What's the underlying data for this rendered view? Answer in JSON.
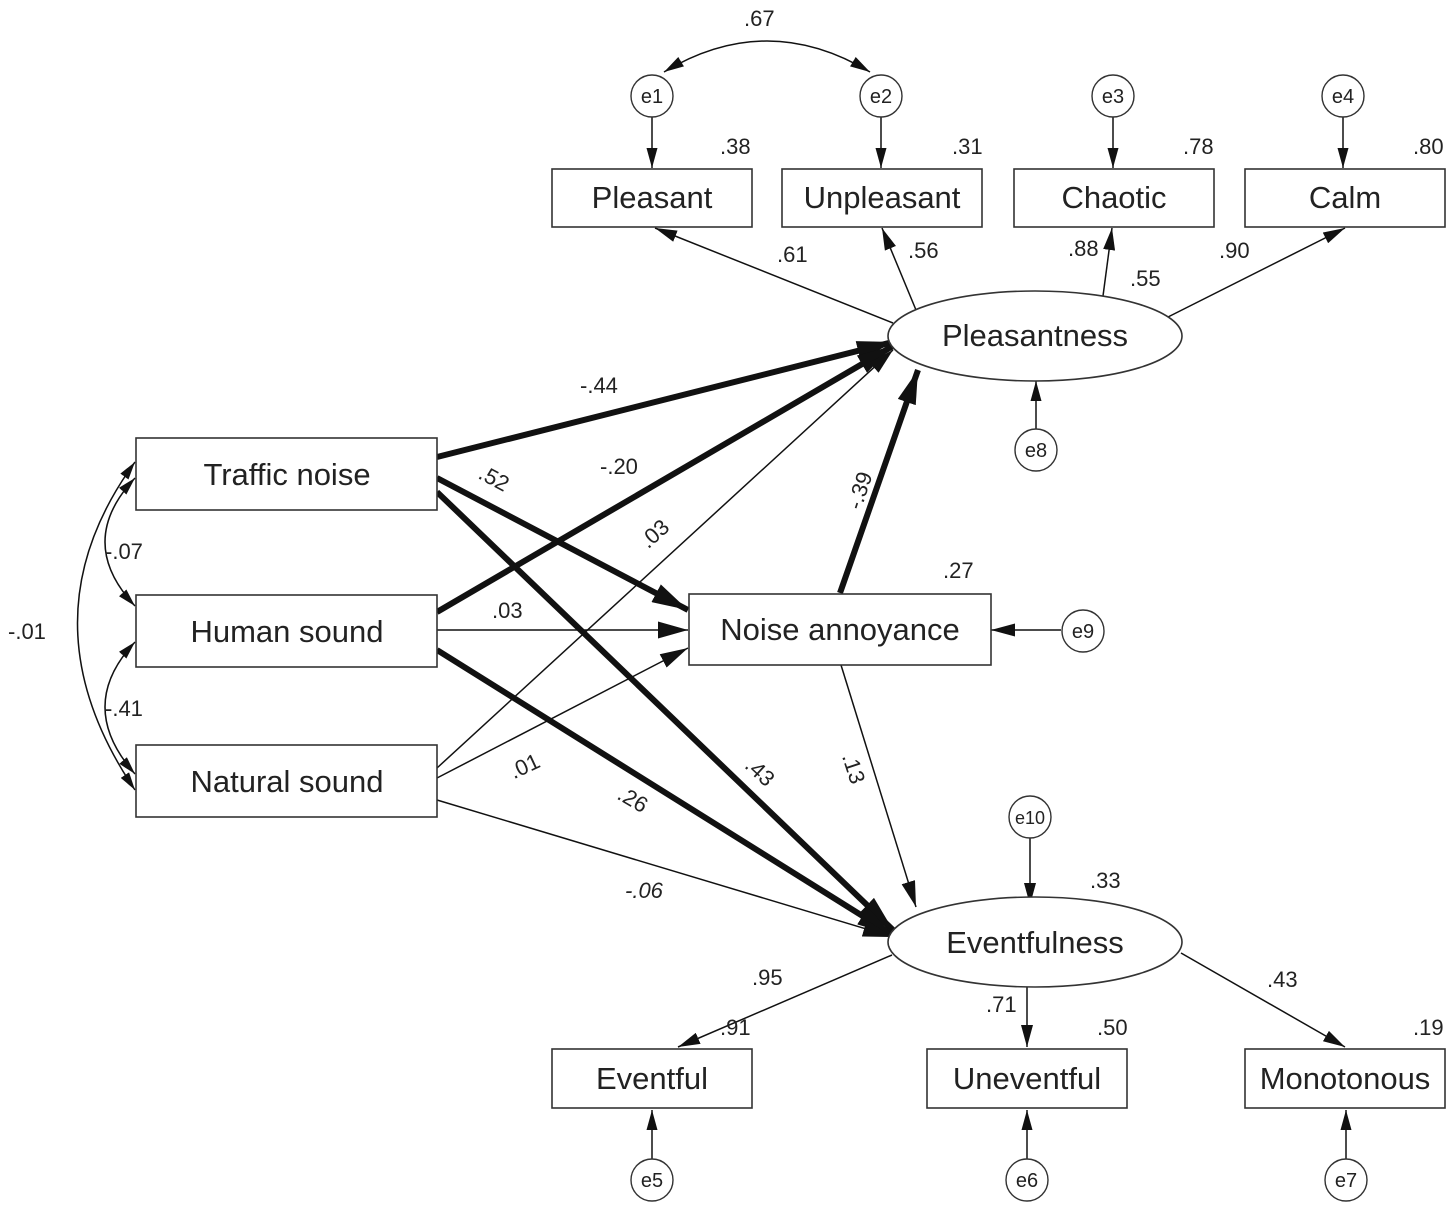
{
  "nodes": {
    "traffic_noise": "Traffic noise",
    "human_sound": "Human sound",
    "natural_sound": "Natural sound",
    "noise_annoyance": "Noise annoyance",
    "pleasantness": "Pleasantness",
    "eventfulness": "Eventfulness",
    "pleasant": "Pleasant",
    "unpleasant": "Unpleasant",
    "chaotic": "Chaotic",
    "calm": "Calm",
    "eventful": "Eventful",
    "uneventful": "Uneventful",
    "monotonous": "Monotonous"
  },
  "errors": {
    "e1": "e1",
    "e2": "e2",
    "e3": "e3",
    "e4": "e4",
    "e5": "e5",
    "e6": "e6",
    "e7": "e7",
    "e8": "e8",
    "e9": "e9",
    "e10": "e10"
  },
  "r_squared": {
    "pleasant": ".38",
    "unpleasant": ".31",
    "chaotic": ".78",
    "calm": ".80",
    "noise_annoyance": ".27",
    "eventfulness": ".33",
    "eventful_a": ".91",
    "uneventful": ".50",
    "monotonous": ".19",
    "pleasantness_a": ".55"
  },
  "coefficients": {
    "e1_e2": ".67",
    "pleasantness_pleasant": ".61",
    "pleasantness_unpleasant": ".56",
    "pleasantness_chaotic": ".88",
    "pleasantness_calm": ".90",
    "traffic_pleasantness": "-.44",
    "human_pleasantness": "-.20",
    "natural_pleasantness": ".03",
    "traffic_annoyance": ".52",
    "human_annoyance": ".03",
    "natural_annoyance": ".01",
    "annoyance_pleasantness": "-.39",
    "annoyance_eventfulness": ".13",
    "traffic_eventfulness": ".43",
    "human_eventfulness": ".26",
    "natural_eventfulness": "-.06",
    "traffic_human": "-.07",
    "human_natural": "-.41",
    "traffic_natural": "-.01",
    "eventfulness_eventful": ".95",
    "eventfulness_uneventful": ".71",
    "eventfulness_monotonous": ".43"
  }
}
